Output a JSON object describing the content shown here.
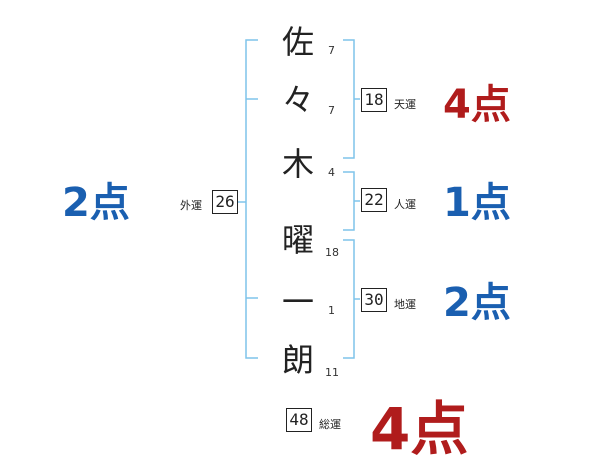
{
  "colors": {
    "bracket": "#7fc4ea",
    "good": "#1a5fb0",
    "best": "#b01c1c"
  },
  "name": {
    "characters": [
      {
        "char": "佐",
        "strokes": "7"
      },
      {
        "char": "々",
        "strokes": "7"
      },
      {
        "char": "木",
        "strokes": "4"
      },
      {
        "char": "曜",
        "strokes": "18"
      },
      {
        "char": "一",
        "strokes": "1"
      },
      {
        "char": "朗",
        "strokes": "11"
      }
    ]
  },
  "fortunes": {
    "gaiun": {
      "value": "26",
      "label": "外運",
      "score": "2点"
    },
    "tenun": {
      "value": "18",
      "label": "天運",
      "score": "4点"
    },
    "jinun": {
      "value": "22",
      "label": "人運",
      "score": "1点"
    },
    "chiun": {
      "value": "30",
      "label": "地運",
      "score": "2点"
    },
    "souun": {
      "value": "48",
      "label": "総運",
      "score": "4点"
    }
  }
}
